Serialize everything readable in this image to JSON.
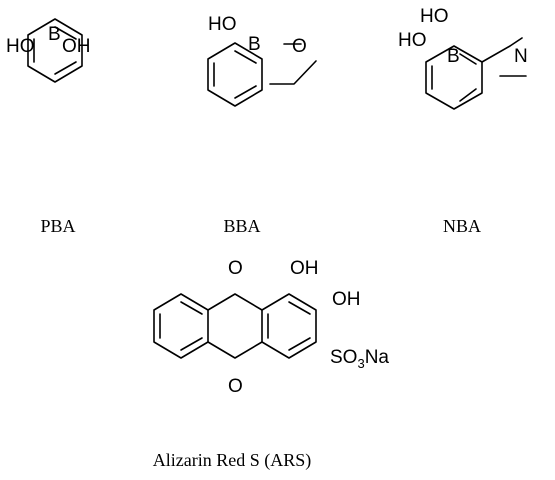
{
  "captions": {
    "pba": "PBA",
    "bba": "BBA",
    "nba": "NBA",
    "ars": "Alizarin Red S (ARS)"
  },
  "atoms": {
    "pba_oh_left": "HO",
    "pba_boron": "B",
    "pba_oh_right": "OH",
    "bba_ho": "HO",
    "bba_boron": "B",
    "bba_ring_o": "O",
    "nba_ho_top": "HO",
    "nba_ho_left": "HO",
    "nba_boron": "B",
    "nba_nitrogen": "N",
    "ars_o_top": "O",
    "ars_o_bottom": "O",
    "ars_oh_1": "OH",
    "ars_oh_2": "OH",
    "ars_so3": "SO",
    "ars_so3_sub": "3",
    "ars_na": "Na"
  }
}
